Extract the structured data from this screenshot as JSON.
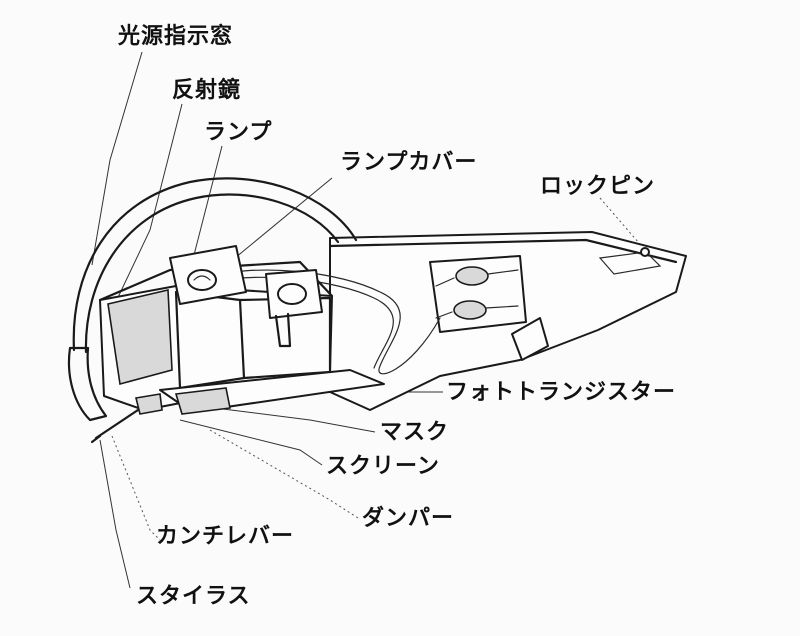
{
  "labels": {
    "light_indicator_window": "光源指示窓",
    "reflector_mirror": "反射鏡",
    "lamp": "ランプ",
    "lamp_cover": "ランプカバー",
    "lock_pin": "ロックピン",
    "phototransistor": "フォトトランジスター",
    "mask": "マスク",
    "screen": "スクリーン",
    "damper": "ダンパー",
    "cantilever": "カンチレバー",
    "stylus": "スタイラス"
  }
}
